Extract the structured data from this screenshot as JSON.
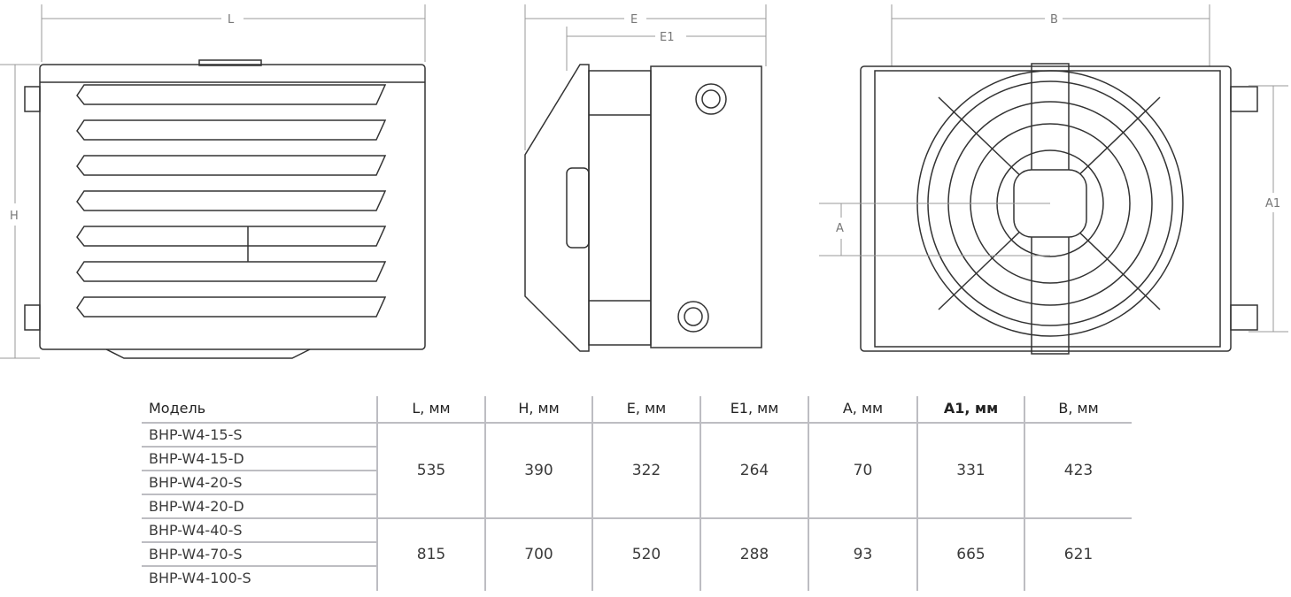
{
  "drawings": {
    "front": {
      "width_label": "L",
      "height_label": "H"
    },
    "side": {
      "depth_label": "E",
      "depth1_label": "E1"
    },
    "back": {
      "width_label": "B",
      "pipe_spacing_label": "A",
      "height_label": "A1"
    }
  },
  "table": {
    "headers": [
      "Модель",
      "L, мм",
      "H, мм",
      "E, мм",
      "E1, мм",
      "A, мм",
      "A1, мм",
      "B, мм"
    ],
    "groups": [
      {
        "models": [
          "BHP-W4-15-S",
          "BHP-W4-15-D",
          "BHP-W4-20-S",
          "BHP-W4-20-D"
        ],
        "values": [
          "535",
          "390",
          "322",
          "264",
          "70",
          "331",
          "423"
        ]
      },
      {
        "models": [
          "BHP-W4-40-S",
          "BHP-W4-70-S",
          "BHP-W4-100-S"
        ],
        "values": [
          "815",
          "700",
          "520",
          "288",
          "93",
          "665",
          "621"
        ]
      }
    ]
  }
}
